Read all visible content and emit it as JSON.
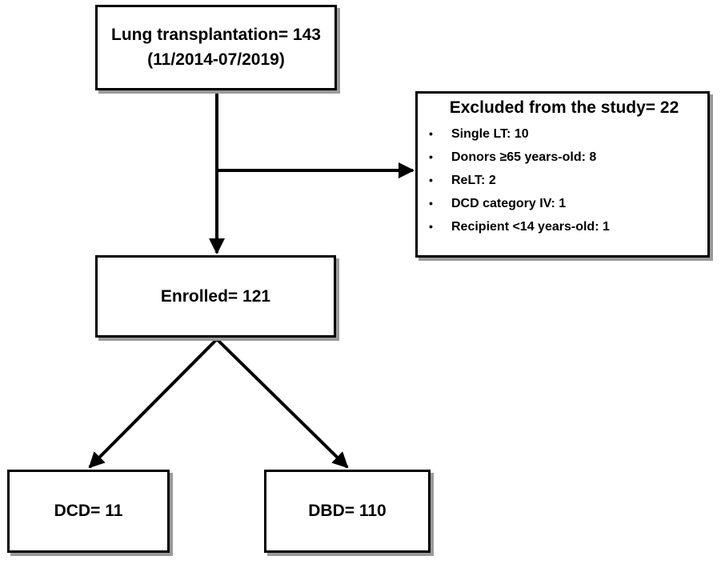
{
  "start": {
    "line1": "Lung transplantation= 143",
    "line2": "(11/2014-07/2019)"
  },
  "excluded": {
    "title": "Excluded from the study= 22",
    "items": [
      {
        "label": "Single LT:  10"
      },
      {
        "label": "Donors ≥65 years-old:  8"
      },
      {
        "label": "ReLT: 2"
      },
      {
        "label": "DCD category IV:  1"
      },
      {
        "label": "Recipient <14 years-old:  1"
      }
    ]
  },
  "enrolled": {
    "label": "Enrolled= 121"
  },
  "groups": [
    {
      "label": "DCD= 11"
    },
    {
      "label": "DBD= 110"
    }
  ],
  "colors": {
    "line": "#000000",
    "shadow": "#9a9a9a",
    "background": "#ffffff"
  }
}
